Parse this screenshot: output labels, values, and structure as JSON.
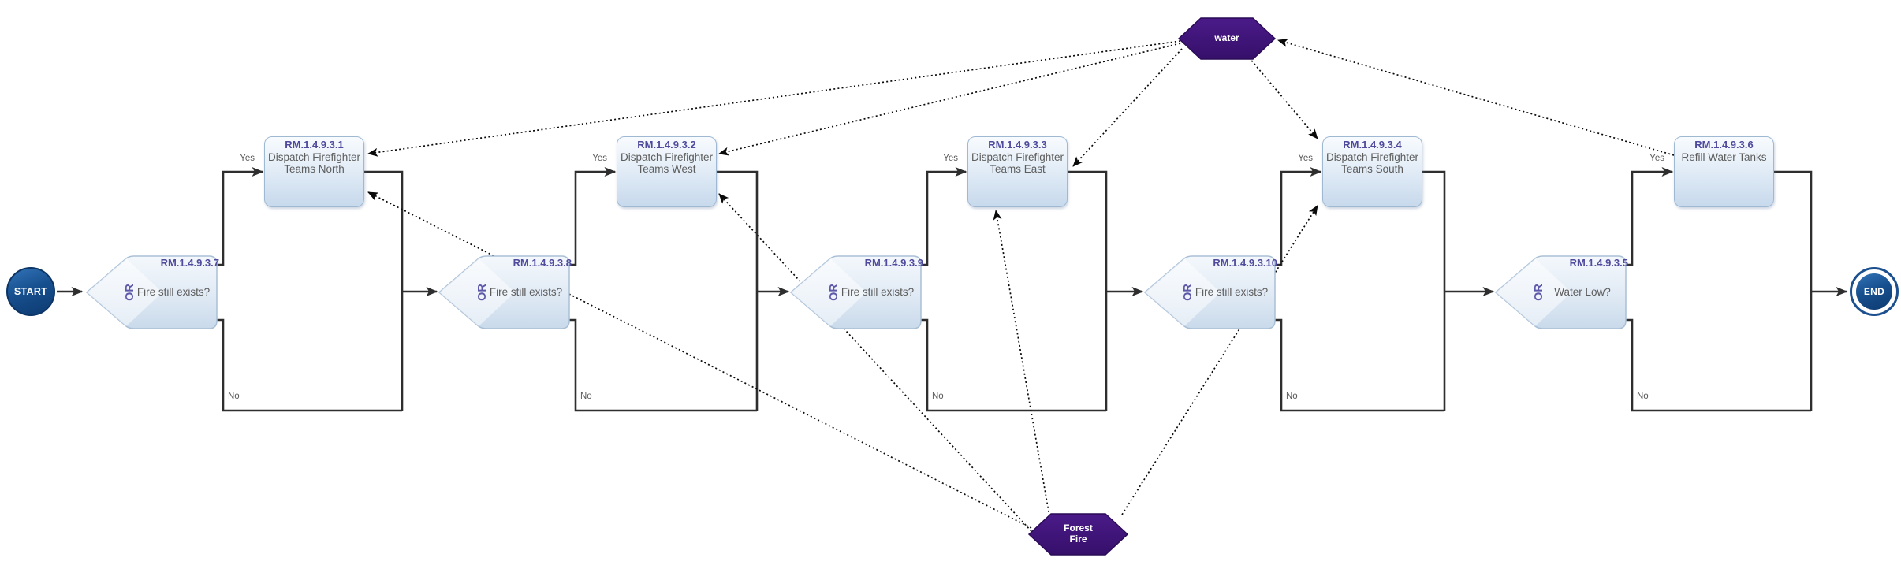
{
  "diagram": {
    "events": {
      "start": "START",
      "end": "END"
    },
    "branch_labels": {
      "yes": "Yes",
      "no": "No"
    },
    "resources": {
      "water": {
        "label": "water"
      },
      "forest_fire": {
        "label": "Forest Fire"
      }
    },
    "gateways": [
      {
        "id": "RM.1.4.9.3.7",
        "operator": "OR",
        "question": "Fire still exists?"
      },
      {
        "id": "RM.1.4.9.3.8",
        "operator": "OR",
        "question": "Fire still exists?"
      },
      {
        "id": "RM.1.4.9.3.9",
        "operator": "OR",
        "question": "Fire still exists?"
      },
      {
        "id": "RM.1.4.9.3.10",
        "operator": "OR",
        "question": "Fire still exists?"
      },
      {
        "id": "RM.1.4.9.3.5",
        "operator": "OR",
        "question": "Water Low?"
      }
    ],
    "tasks": [
      {
        "id": "RM.1.4.9.3.1",
        "label": "Dispatch Firefighter Teams North"
      },
      {
        "id": "RM.1.4.9.3.2",
        "label": "Dispatch Firefighter Teams West"
      },
      {
        "id": "RM.1.4.9.3.3",
        "label": "Dispatch Firefighter Teams East"
      },
      {
        "id": "RM.1.4.9.3.4",
        "label": "Dispatch Firefighter Teams South"
      },
      {
        "id": "RM.1.4.9.3.6",
        "label": "Refill Water Tanks"
      }
    ],
    "colors": {
      "event_fill": "#17508f",
      "event_border": "#0c3566",
      "resource_fill": "#3d1277",
      "task_fill_top": "#f8fbfe",
      "task_fill_bottom": "#c7d9ec",
      "task_border": "#9fb9d3",
      "id_text": "#4f4a9e",
      "body_text": "#5d5d5d",
      "connector": "#2e2e2e"
    }
  }
}
